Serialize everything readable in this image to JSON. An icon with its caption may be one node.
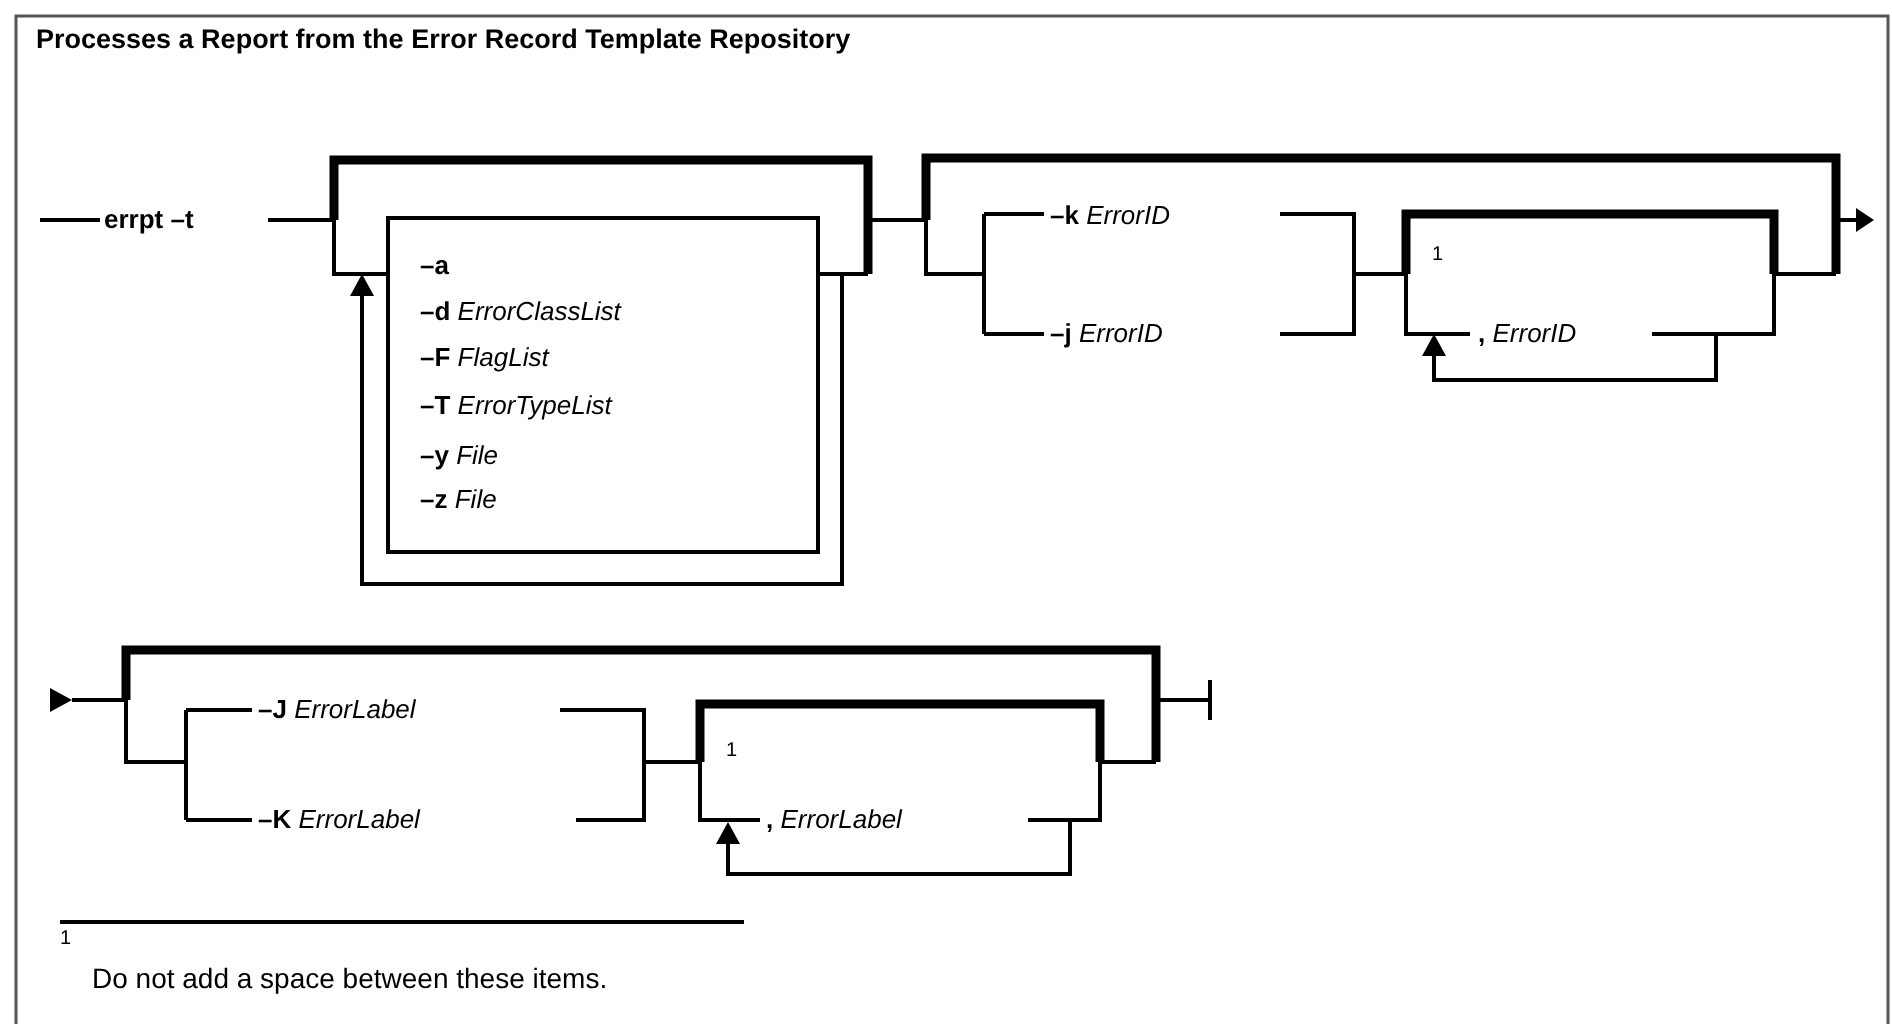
{
  "diagram": {
    "title": "Processes a Report from the Error Record Template Repository",
    "labels": [
      "errpt –t",
      "**–a**",
      "**–d** *ErrorClassList*",
      "**–F** *FlagList*",
      "**–T** *ErrorTypeList*",
      "**–y** *File*",
      "**–z** *File*",
      "**–k** *ErrorID*",
      "**–j** *ErrorID*",
      "1",
      "**,** *ErrorID*",
      "**–J** *ErrorLabel*",
      "**–K** *ErrorLabel*",
      "1",
      "**,** *ErrorLabel*",
      "1",
      "Do not add a space between these items."
    ]
  }
}
